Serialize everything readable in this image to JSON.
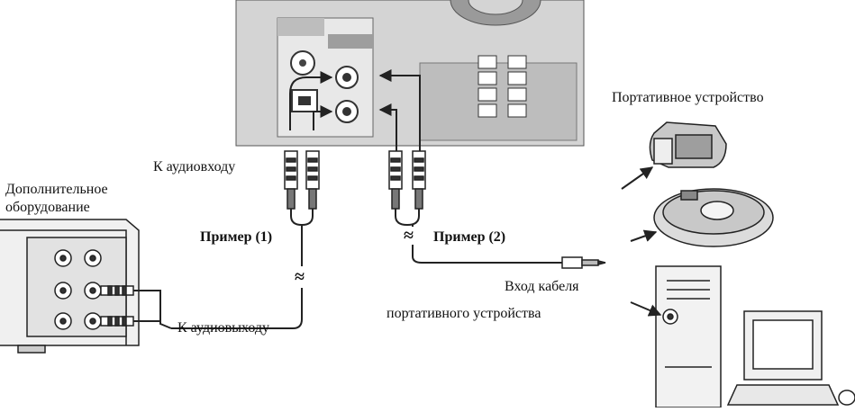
{
  "labels": {
    "portable_device": "Портативное устройство",
    "to_audio_input": "К аудиовходу",
    "additional_equipment_line1": "Дополнительное",
    "additional_equipment_line2": "оборудование",
    "example_1": "Пример (1)",
    "example_2": "Пример (2)",
    "portable_cable_input_line1": "Вход кабеля",
    "portable_cable_input_line2": "портативного устройства",
    "to_audio_output": "К аудиовыходу",
    "approx_symbol": "≈"
  },
  "colors": {
    "panel": "#d4d4d4",
    "panel_dark": "#a9a9a9",
    "line": "#222222",
    "device_fill": "#e6e6e6",
    "device_silver": "#c8c8c8"
  },
  "icons": {
    "receiver": "rear-panel-icon",
    "equipment": "av-equipment-icon",
    "recorder": "portable-recorder-icon",
    "cd_player": "portable-cd-player-icon",
    "computer": "desktop-computer-icon"
  }
}
